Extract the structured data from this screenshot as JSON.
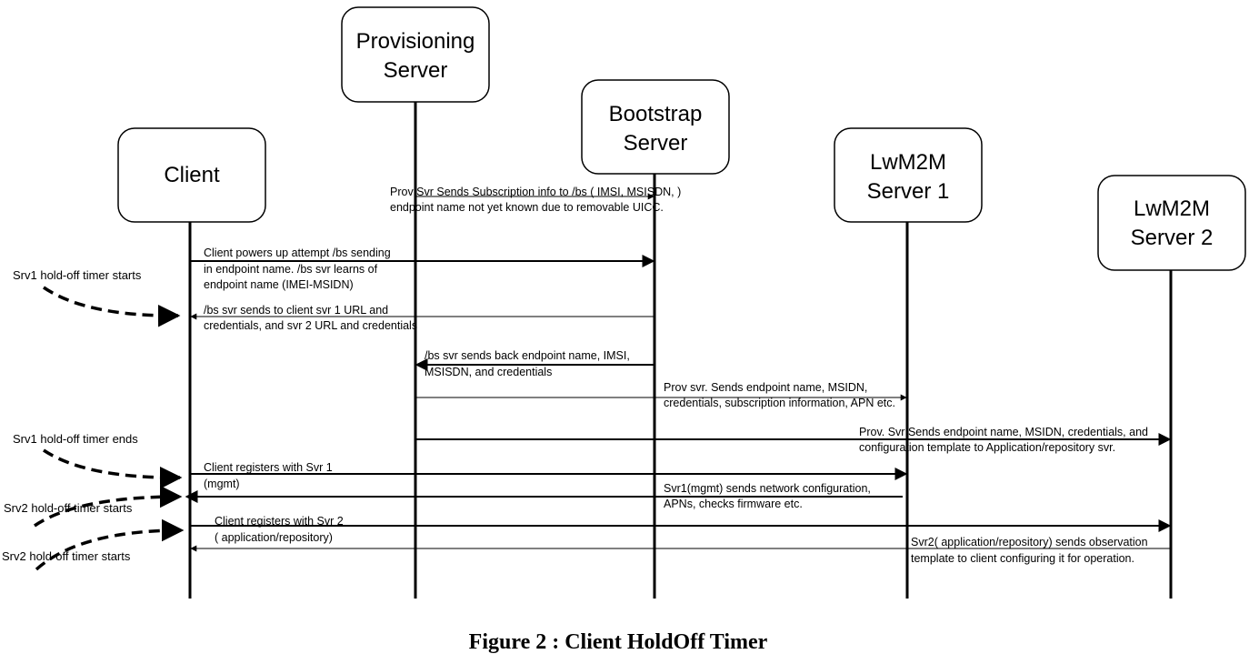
{
  "participants": {
    "provisioning": [
      "Provisioning",
      "Server"
    ],
    "bootstrap": [
      "Bootstrap",
      "Server"
    ],
    "client": [
      "Client"
    ],
    "lwm2m1": [
      "LwM2M",
      "Server 1"
    ],
    "lwm2m2": [
      "LwM2M",
      "Server 2"
    ]
  },
  "messages": {
    "m1": [
      "Prov Svr Sends Subscription info to /bs ( IMSI, MSISDN, )",
      "endpoint name not yet known due to removable UICC."
    ],
    "m2": [
      "Client powers up attempt /bs sending",
      "in endpoint name. /bs svr learns of",
      "endpoint name (IMEI-MSIDN)"
    ],
    "m3": [
      "/bs svr sends to client svr 1 URL and",
      "credentials, and svr 2 URL and credentials"
    ],
    "m4": [
      "/bs svr sends back endpoint name, IMSI,",
      "MSISDN, and credentials"
    ],
    "m5": [
      "Prov svr. Sends endpoint name, MSIDN,",
      "credentials, subscription information, APN etc."
    ],
    "m6": [
      "Prov. Svr Sends endpoint name, MSIDN, credentials, and",
      "configuration template to Application/repository svr."
    ],
    "m7": [
      "Client registers with Svr 1",
      "(mgmt)"
    ],
    "m8": [
      "Svr1(mgmt) sends network configuration,",
      "APNs, checks firmware etc."
    ],
    "m9": [
      "Client registers with Svr 2",
      "( application/repository)"
    ],
    "m10": [
      "Svr2( application/repository) sends observation",
      "template to client configuring it for operation."
    ]
  },
  "notes": {
    "n1": "Srv1 hold-off timer starts",
    "n2": "Srv1 hold-off timer ends",
    "n3": "Srv2 hold-off timer starts",
    "n4": "Srv2 hold-off timer starts"
  },
  "caption": "Figure 2 : Client HoldOff Timer"
}
